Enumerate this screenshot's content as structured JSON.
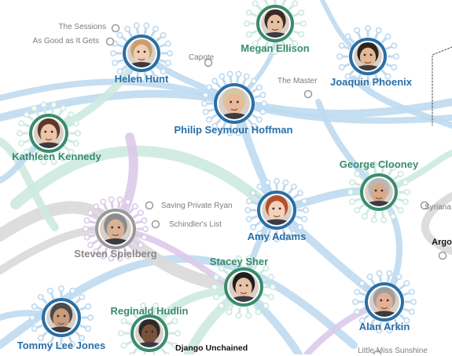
{
  "colors": {
    "blue": "#2a6fa6",
    "green": "#3a8c6d",
    "gray_ring": "#9a9a9a",
    "blue_link": "#bfdaf0",
    "green_link": "#cdeae0",
    "purple_link": "#dccaea",
    "gray_link": "#d9d9d9"
  },
  "people": {
    "megan_ellison": "Megan Ellison",
    "helen_hunt": "Helen Hunt",
    "joaquin_phoenix": "Joaquin Phoenix",
    "philip_seymour_hoffman": "Philip Seymour Hoffman",
    "kathleen_kennedy": "Kathleen Kennedy",
    "george_clooney": "George Clooney",
    "amy_adams": "Amy Adams",
    "steven_spielberg": "Steven Spielberg",
    "stacey_sher": "Stacey Sher",
    "reginald_hudlin": "Reginald Hudlin",
    "alan_arkin": "Alan Arkin",
    "tommy_lee_jones": "Tommy Lee Jones",
    "argo_partial": "Argo"
  },
  "films": {
    "the_sessions": "The Sessions",
    "as_good_as_it_gets": "As Good as It Gets",
    "capote": "Capote",
    "the_master": "The Master",
    "saving_private_ryan": "Saving Private Ryan",
    "schindlers_list": "Schindler's List",
    "syriana_partial": "Syriana",
    "django_unchained": "Django Unchained",
    "little_miss_sunshine": "Little Miss Sunshine"
  }
}
